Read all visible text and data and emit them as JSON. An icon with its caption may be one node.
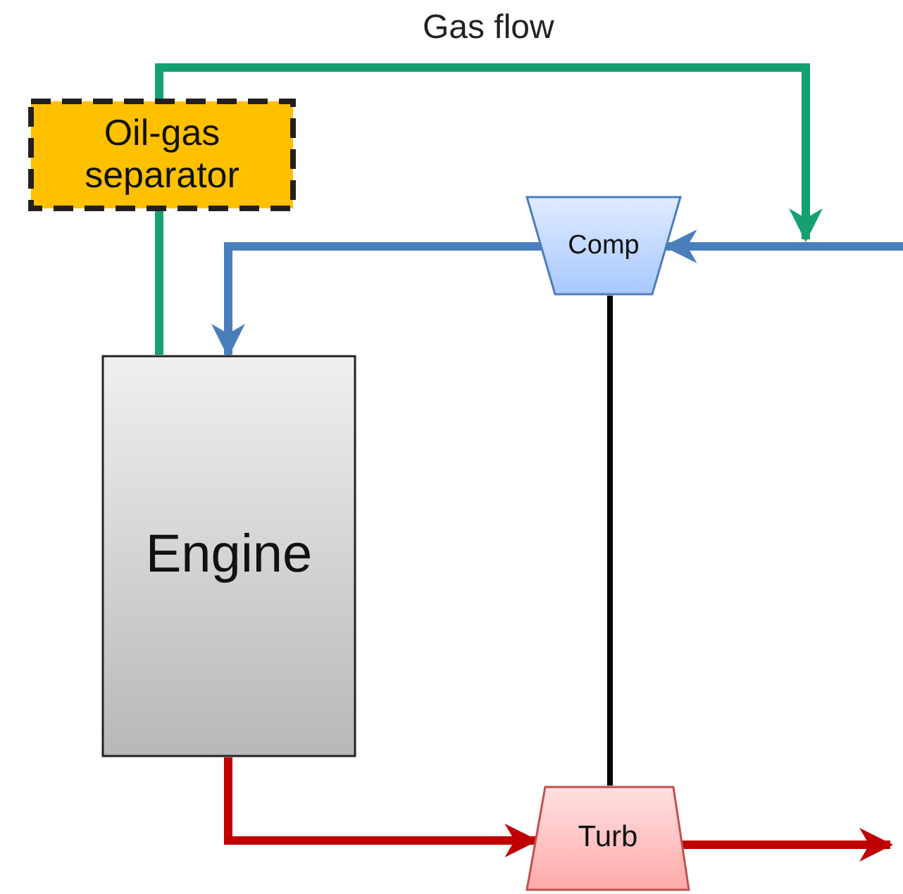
{
  "diagram": {
    "nodes": [
      {
        "text": [
          "Oil-gas separator"
        ]
      },
      {
        "text": [
          "Comp"
        ]
      },
      {
        "text": [
          "Engine"
        ]
      },
      {
        "text": [
          "Turb"
        ]
      }
    ],
    "edges": [
      {
        "from": 2,
        "to": 0,
        "arrow": "none",
        "color": "#14a070"
      },
      {
        "from": 0,
        "to": null,
        "arrow": "to",
        "label": "Gas flow",
        "color": "#14a070"
      },
      {
        "from": null,
        "to": 1,
        "arrow": "to",
        "color": "#4a7ebb"
      },
      {
        "from": 1,
        "to": 2,
        "arrow": "to",
        "color": "#4a7ebb"
      },
      {
        "from": 1,
        "to": 3,
        "arrow": "none",
        "color": "#000000"
      },
      {
        "from": 2,
        "to": 3,
        "arrow": "to",
        "color": "#c00000"
      },
      {
        "from": 3,
        "to": null,
        "arrow": "to",
        "color": "#c00000"
      }
    ]
  }
}
